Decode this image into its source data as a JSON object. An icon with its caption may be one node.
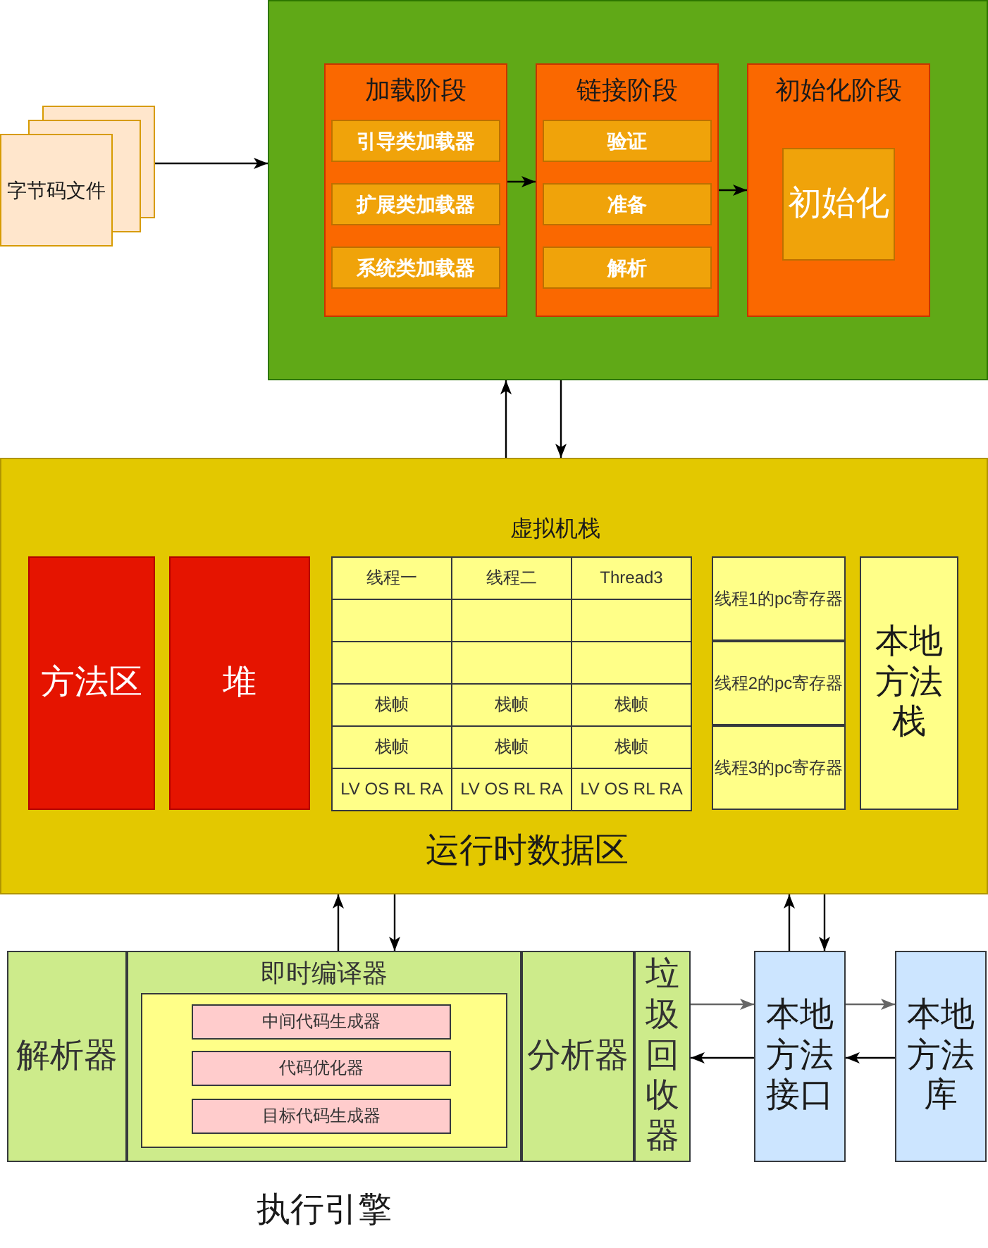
{
  "diagram": {
    "nodes": [
      {
        "text": [
          "字节码文件"
        ]
      },
      {
        "text": [],
        "shape": "box"
      },
      {
        "text": [
          "加载阶段"
        ],
        "in": 1
      },
      {
        "text": [
          "引导类加载器"
        ],
        "in": 2
      },
      {
        "text": [
          "扩展类加载器"
        ],
        "in": 2
      },
      {
        "text": [
          "系统类加载器"
        ],
        "in": 2
      },
      {
        "text": [
          "链接阶段"
        ],
        "in": 1
      },
      {
        "text": [
          "验证"
        ],
        "in": 6
      },
      {
        "text": [
          "准备"
        ],
        "in": 6
      },
      {
        "text": [
          "解析"
        ],
        "in": 6
      },
      {
        "text": [
          "初始化阶段"
        ],
        "in": 1
      },
      {
        "text": [
          "初始化"
        ],
        "in": 10
      },
      {
        "text": [
          "运行时数据区"
        ]
      },
      {
        "text": [
          "方法区"
        ],
        "in": 12
      },
      {
        "text": [
          "堆"
        ],
        "in": 12
      },
      {
        "text": [
          "虚拟机栈"
        ],
        "in": 12
      },
      {
        "text": [
          "线程1的pc寄存器"
        ],
        "in": 12
      },
      {
        "text": [
          "线程2的pc寄存器"
        ],
        "in": 12
      },
      {
        "text": [
          "线程3的pc寄存器"
        ],
        "in": 12
      },
      {
        "text": [
          "本地方法栈"
        ],
        "in": 12
      },
      {
        "text": [
          "解析器"
        ]
      },
      {
        "text": [
          "即时编译器"
        ]
      },
      {
        "text": [],
        "shape": "box",
        "in": 21
      },
      {
        "text": [
          "中间代码生成器"
        ],
        "in": 22
      },
      {
        "text": [
          "代码优化器"
        ],
        "in": 22
      },
      {
        "text": [
          "目标代码生成器"
        ],
        "in": 22
      },
      {
        "text": [
          "分析器"
        ]
      },
      {
        "text": [
          "垃圾回收器"
        ]
      },
      {
        "text": [
          "本地方法接口"
        ]
      },
      {
        "text": [
          "本地方法库"
        ]
      }
    ],
    "edges": [
      {
        "from": 0,
        "to": 1,
        "arrow": "to"
      },
      {
        "from": 2,
        "to": 6,
        "arrow": "to"
      },
      {
        "from": 6,
        "to": 10,
        "arrow": "to"
      },
      {
        "from": 12,
        "to": 1,
        "arrow": "to"
      },
      {
        "from": 1,
        "to": 12,
        "arrow": "to"
      },
      {
        "from": 21,
        "to": 12,
        "arrow": "to"
      },
      {
        "from": 12,
        "to": 21,
        "arrow": "to"
      },
      {
        "from": 28,
        "to": 12,
        "arrow": "to"
      },
      {
        "from": 12,
        "to": 28,
        "arrow": "to"
      },
      {
        "from": 27,
        "to": 28,
        "arrow": "to",
        "color": "#666666"
      },
      {
        "from": 28,
        "to": 27,
        "arrow": "to"
      },
      {
        "from": 28,
        "to": 29,
        "arrow": "to",
        "color": "#666666"
      },
      {
        "from": 29,
        "to": 28,
        "arrow": "to"
      }
    ],
    "labels": [
      "线程一",
      "线程二",
      "Thread3",
      "栈帧",
      "栈帧",
      "栈帧",
      "栈帧",
      "栈帧",
      "栈帧",
      "LV OS RL RA",
      "LV OS RL RA",
      "LV OS RL RA",
      "执行引擎"
    ]
  }
}
